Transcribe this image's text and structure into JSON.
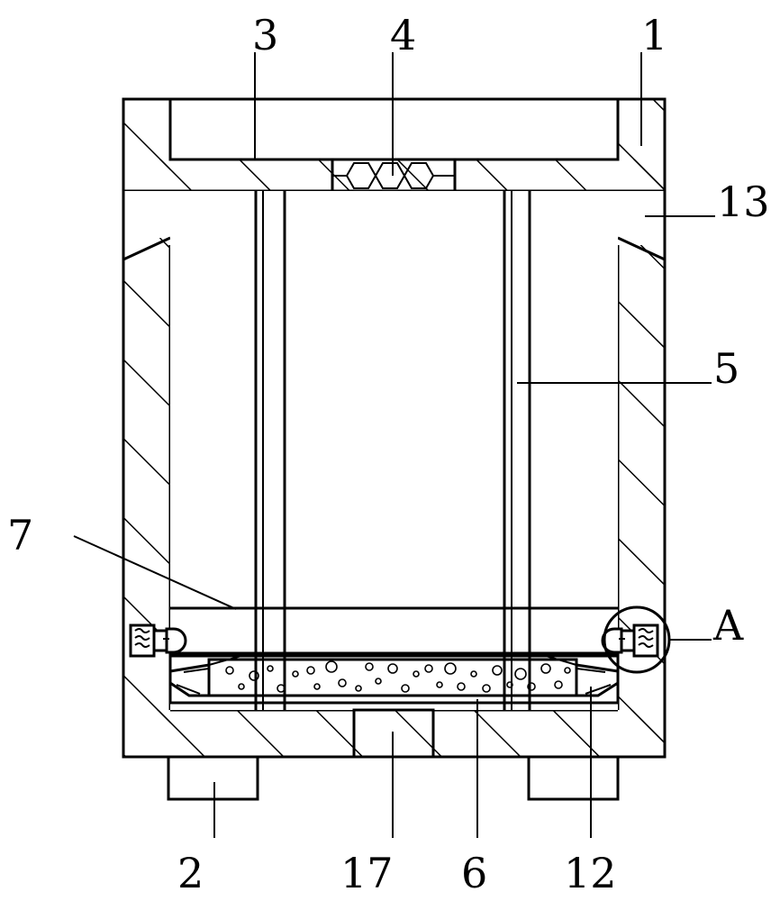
{
  "labels": {
    "l1": "1",
    "l2": "2",
    "l3": "3",
    "l4": "4",
    "l5": "5",
    "l6": "6",
    "l7": "7",
    "l12": "12",
    "l13": "13",
    "l17": "17",
    "lA": "A"
  }
}
